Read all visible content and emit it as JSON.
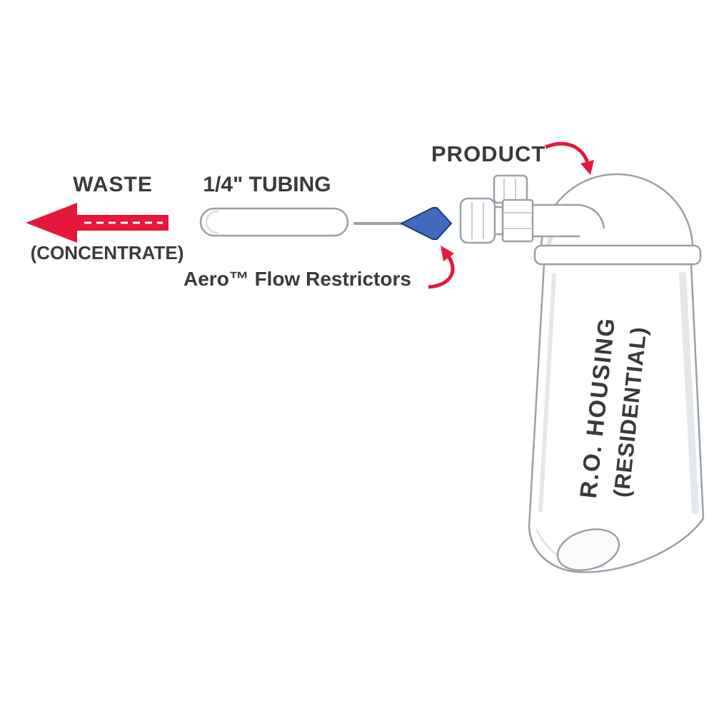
{
  "diagram": {
    "waste_label": "WASTE",
    "concentrate_label": "(CONCENTRATE)",
    "tubing_label": "1/4\" TUBING",
    "restrictors_label": "Aero™ Flow Restrictors",
    "product_label": "PRODUCT",
    "housing_label_line1": "R.O. HOUSING",
    "housing_label_line2": "(RESIDENTIAL)",
    "colors": {
      "accent_red": "#e6173a",
      "restrictor_blue": "#3f6cc0",
      "restrictor_outline": "#1c3a66",
      "outline_gray": "#98a1a8",
      "text_dark": "#3a3a3c"
    }
  }
}
